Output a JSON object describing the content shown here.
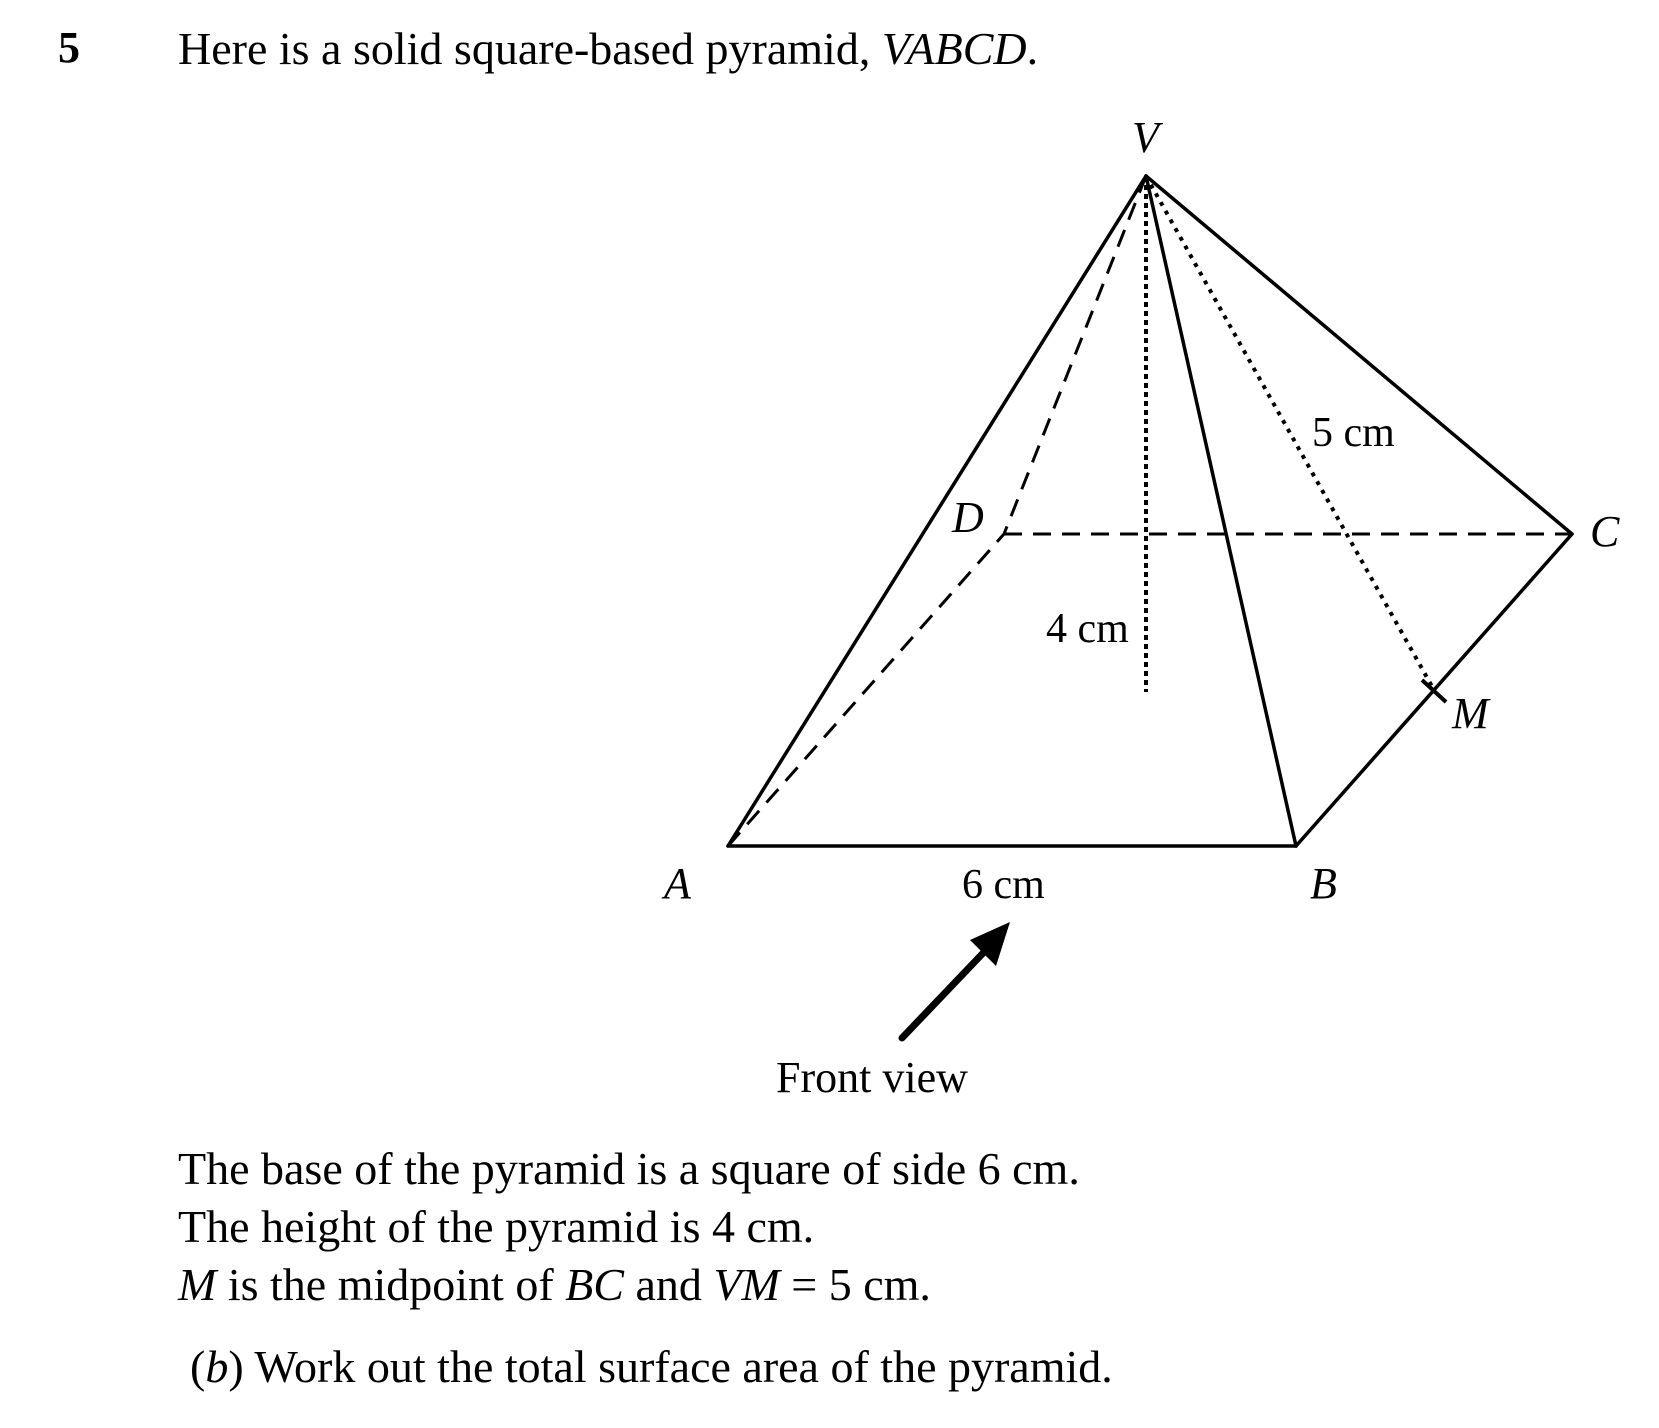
{
  "question": {
    "number": "5",
    "intro_prefix": "Here is a solid square-based pyramid, ",
    "intro_name": "VABCD",
    "intro_suffix": "."
  },
  "diagram": {
    "vertex_labels": {
      "V": "V",
      "A": "A",
      "B": "B",
      "C": "C",
      "D": "D",
      "M": "M"
    },
    "measures": {
      "slant": "5 cm",
      "height": "4 cm",
      "base": "6 cm"
    },
    "view_label": "Front view"
  },
  "facts": {
    "line1": "The base of the pyramid is a square of side 6 cm.",
    "line2": "The height of the pyramid is 4 cm.",
    "line3_M": "M",
    "line3_mid": " is the midpoint of ",
    "line3_BC": "BC",
    "line3_and": " and ",
    "line3_VM": "VM",
    "line3_end": " = 5 cm."
  },
  "part_b": {
    "label_open": "(",
    "label_letter": "b",
    "label_close": ")",
    "text": " Work out the total surface area of the pyramid."
  }
}
